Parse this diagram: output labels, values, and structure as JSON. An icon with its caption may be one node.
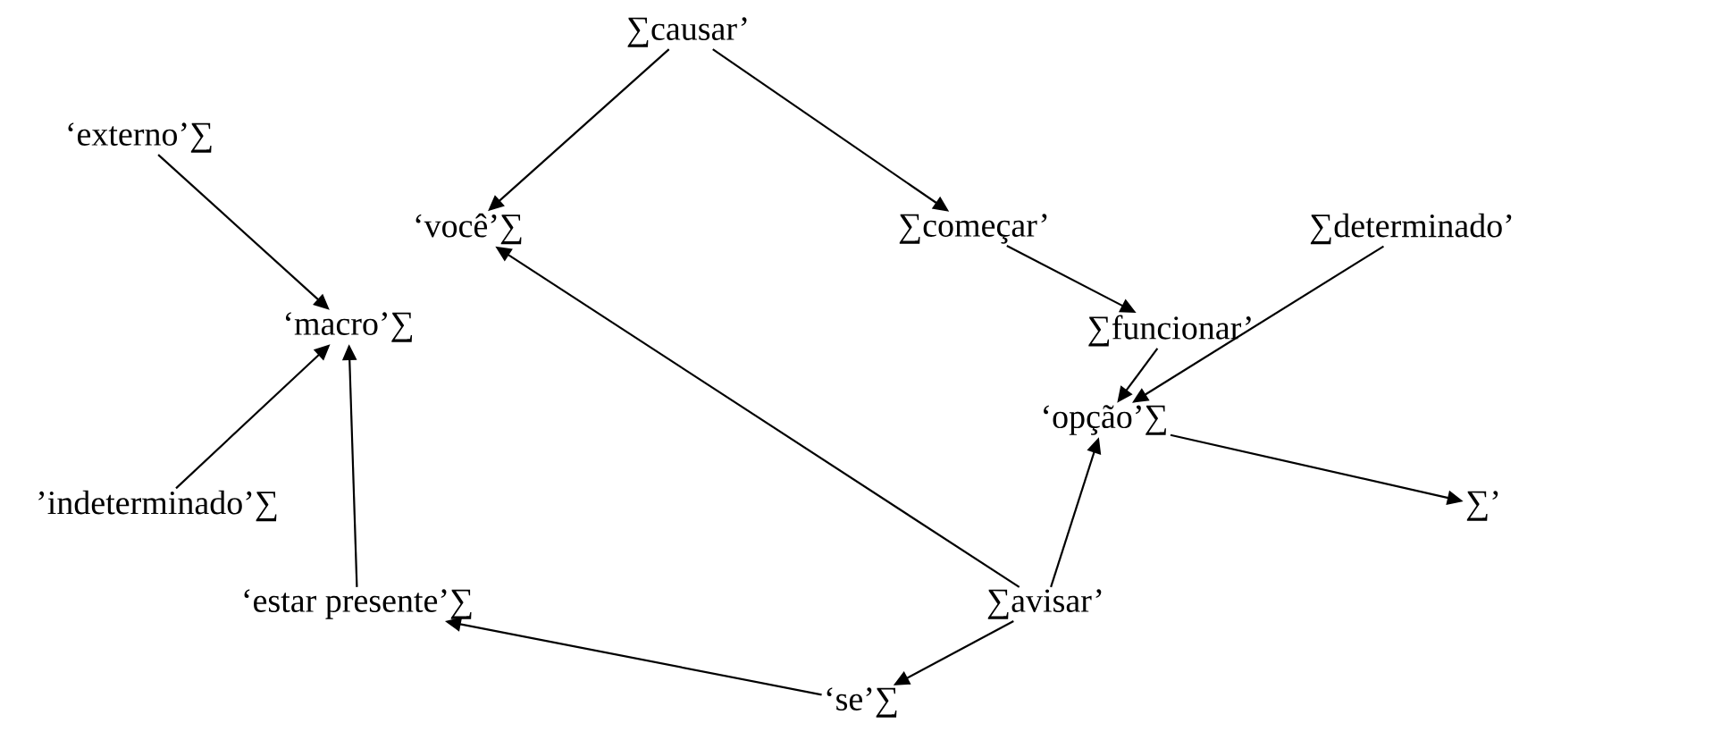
{
  "diagram": {
    "nodes": [
      {
        "text": [
          "∑causar’"
        ]
      },
      {
        "text": [
          "‘externo’∑"
        ]
      },
      {
        "text": [
          "‘você’∑"
        ]
      },
      {
        "text": [
          "∑começar’"
        ]
      },
      {
        "text": [
          "∑determinado’"
        ]
      },
      {
        "text": [
          "‘macro’∑"
        ]
      },
      {
        "text": [
          "∑funcionar’"
        ]
      },
      {
        "text": [
          "‘opção’∑"
        ]
      },
      {
        "text": [
          "’indeterminado’∑"
        ]
      },
      {
        "text": [
          "∑’"
        ]
      },
      {
        "text": [
          "‘estar presente’∑"
        ]
      },
      {
        "text": [
          "∑avisar’"
        ]
      },
      {
        "text": [
          "‘se’∑"
        ]
      }
    ],
    "edges": [
      {
        "from": 0,
        "to": 2,
        "arrow": "to"
      },
      {
        "from": 0,
        "to": 3,
        "arrow": "to"
      },
      {
        "from": 1,
        "to": 5,
        "arrow": "to"
      },
      {
        "from": 3,
        "to": 6,
        "arrow": "to"
      },
      {
        "from": 6,
        "to": 7,
        "arrow": "to"
      },
      {
        "from": 4,
        "to": 7,
        "arrow": "to"
      },
      {
        "from": 8,
        "to": 5,
        "arrow": "to"
      },
      {
        "from": 10,
        "to": 5,
        "arrow": "to"
      },
      {
        "from": 11,
        "to": 2,
        "arrow": "to"
      },
      {
        "from": 11,
        "to": 7,
        "arrow": "to"
      },
      {
        "from": 7,
        "to": 9,
        "arrow": "to"
      },
      {
        "from": 11,
        "to": 12,
        "arrow": "to"
      },
      {
        "from": 12,
        "to": 10,
        "arrow": "to"
      }
    ]
  }
}
